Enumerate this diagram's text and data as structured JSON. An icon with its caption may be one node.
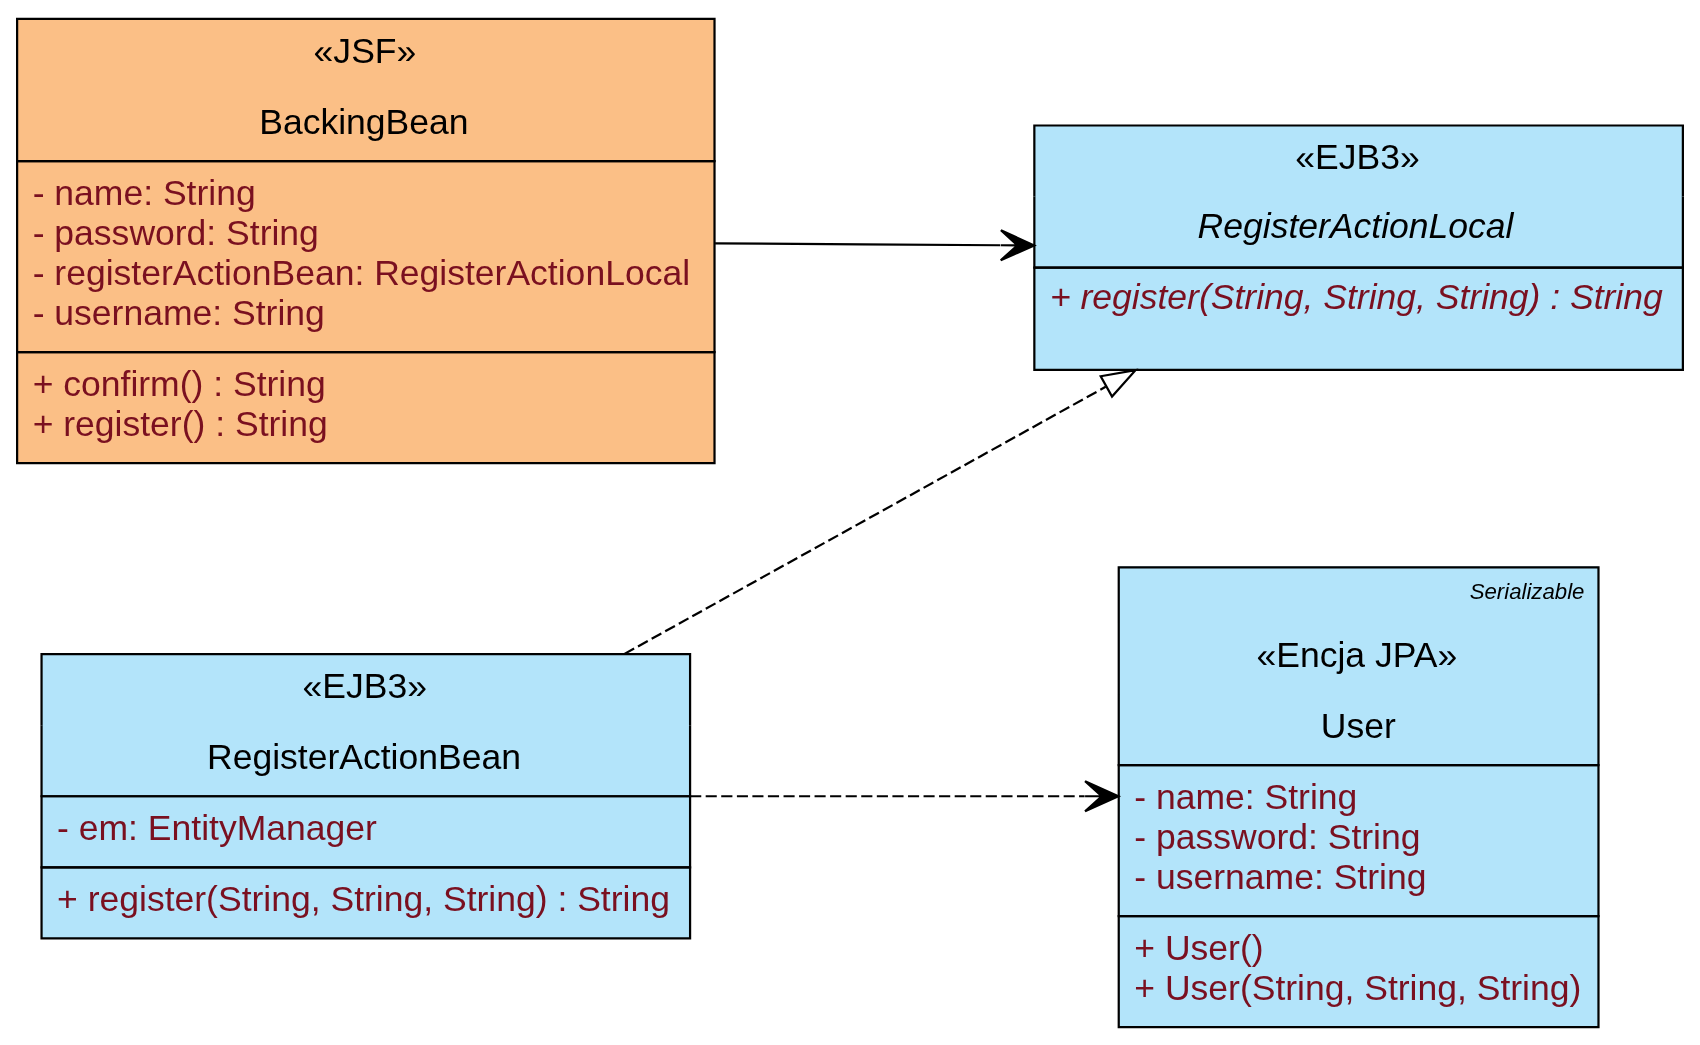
{
  "diagram": {
    "nodes": [
      {
        "text": [
          "«JSF»",
          "BackingBean",
          "- name: String",
          "- password: String",
          "- registerActionBean: RegisterActionLocal",
          "- username: String",
          "+ confirm() : String",
          "+ register() : String"
        ]
      },
      {
        "text": [
          "«EJB3»",
          "RegisterActionLocal",
          "+ register(String, String, String) : String"
        ]
      },
      {
        "text": [
          "«EJB3»",
          "RegisterActionBean",
          "- em: EntityManager",
          "+ register(String, String, String) : String"
        ]
      },
      {
        "text": [
          "Serializable",
          "«Encja JPA»",
          "User",
          "- name: String",
          "- password: String",
          "- username: String",
          "+ User()",
          "+ User(String, String, String)"
        ]
      }
    ],
    "edges": [
      {
        "from": 0,
        "to": 1,
        "arrow": "to"
      },
      {
        "from": 2,
        "to": 1,
        "arrow": "to",
        "style": "dashed"
      },
      {
        "from": 2,
        "to": 3,
        "arrow": "to",
        "style": "dashed"
      }
    ]
  }
}
